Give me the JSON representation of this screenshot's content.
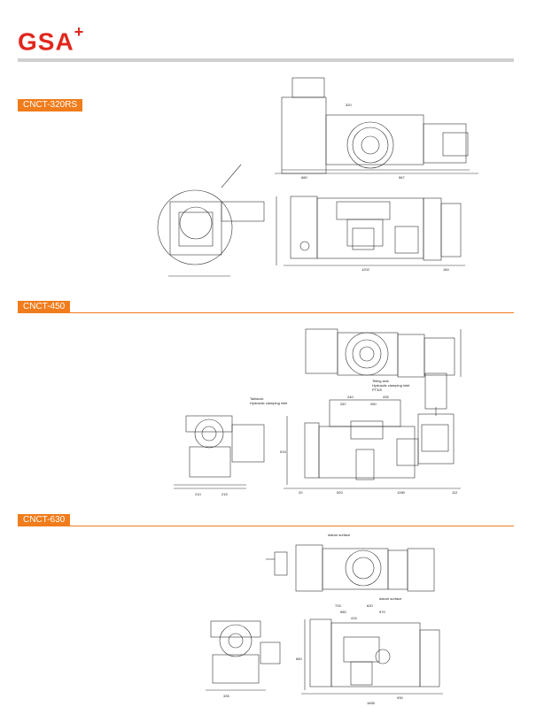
{
  "brand": {
    "name": "GSA",
    "mark": "+"
  },
  "sections": [
    {
      "label": "CNCT-320RS"
    },
    {
      "label": "CNCT-450"
    },
    {
      "label": "CNCT-630"
    }
  ],
  "drawing_text": {
    "s450_tailstock": "Tailstock",
    "s450_hyd_clamp_inlet": "Hydraulic clamping inlet",
    "s450_tilting_axis": "Tilting axis",
    "s450_hyd_clamp_inlet2": "Hydraulic clamping inlet",
    "s450_pt": "PT3/8",
    "s630_datum_top": "datum surface",
    "s630_datum_mid": "datum surface",
    "d_320": "320",
    "d_680": "680",
    "d_567": "567",
    "d_1202": "1202",
    "d_184": "184",
    "d_240": "240",
    "d_435": "435",
    "d_287": "287",
    "d_260": "260",
    "d_520": "520",
    "d_1280": "1280",
    "d_112": "112",
    "d_20": "20",
    "d_210": "210",
    "d_215": "215",
    "d_516": "516",
    "d_725": "725",
    "d_620": "620",
    "d_580": "580",
    "d_570": "570",
    "d_415": "415",
    "d_930": "930",
    "d_1655": "1655",
    "d_660": "660",
    "d_335": "335"
  }
}
